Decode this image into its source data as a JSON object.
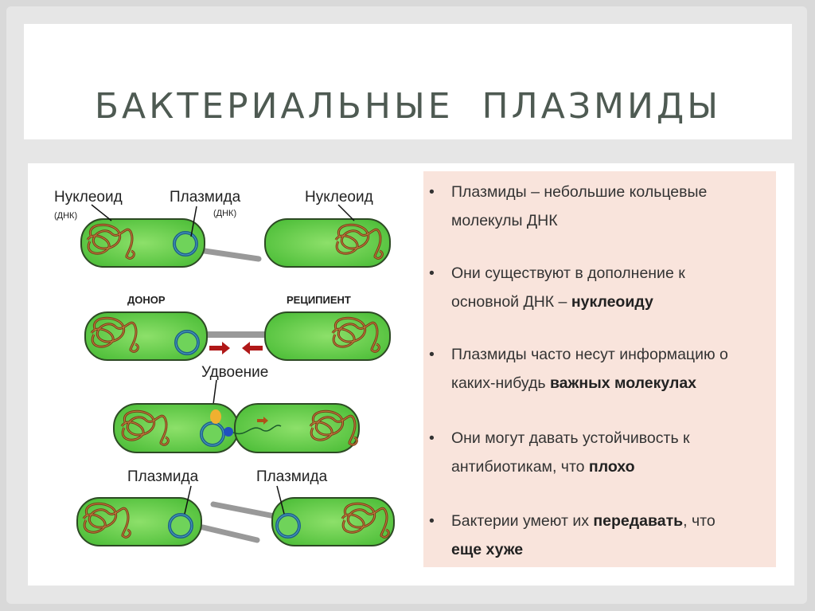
{
  "title": "БАКТЕРИАЛЬНЫЕ  ПЛАЗМИДЫ",
  "diagram": {
    "nucleoid_label": "Нуклеоид",
    "dna_label": "(ДНК)",
    "plasmid_label": "Плазмида",
    "donor_label": "ДОНОР",
    "recipient_label": "РЕЦИПИЕНТ",
    "duplication_label": "Удвоение"
  },
  "bullets": [
    {
      "lines": [
        "Плазмиды – небольшие кольцевые",
        "молекулы ДНК"
      ]
    },
    {
      "line1": "Они существуют в дополнение к",
      "line2_pre": "основной ДНК – ",
      "line2_bold": "нуклеоиду"
    },
    {
      "line1": "Плазмиды часто несут информацию о",
      "line2_pre": "каких-нибудь ",
      "line2_bold": "важных молекулах"
    },
    {
      "line1": "Они могут давать устойчивость к",
      "line2_pre": "антибиотикам, что ",
      "line2_bold": "плохо"
    },
    {
      "line1_pre": "Бактерии умеют их ",
      "line1_bold": "передавать",
      "line1_post": ", что",
      "line2_bold": "еще хуже"
    }
  ]
}
